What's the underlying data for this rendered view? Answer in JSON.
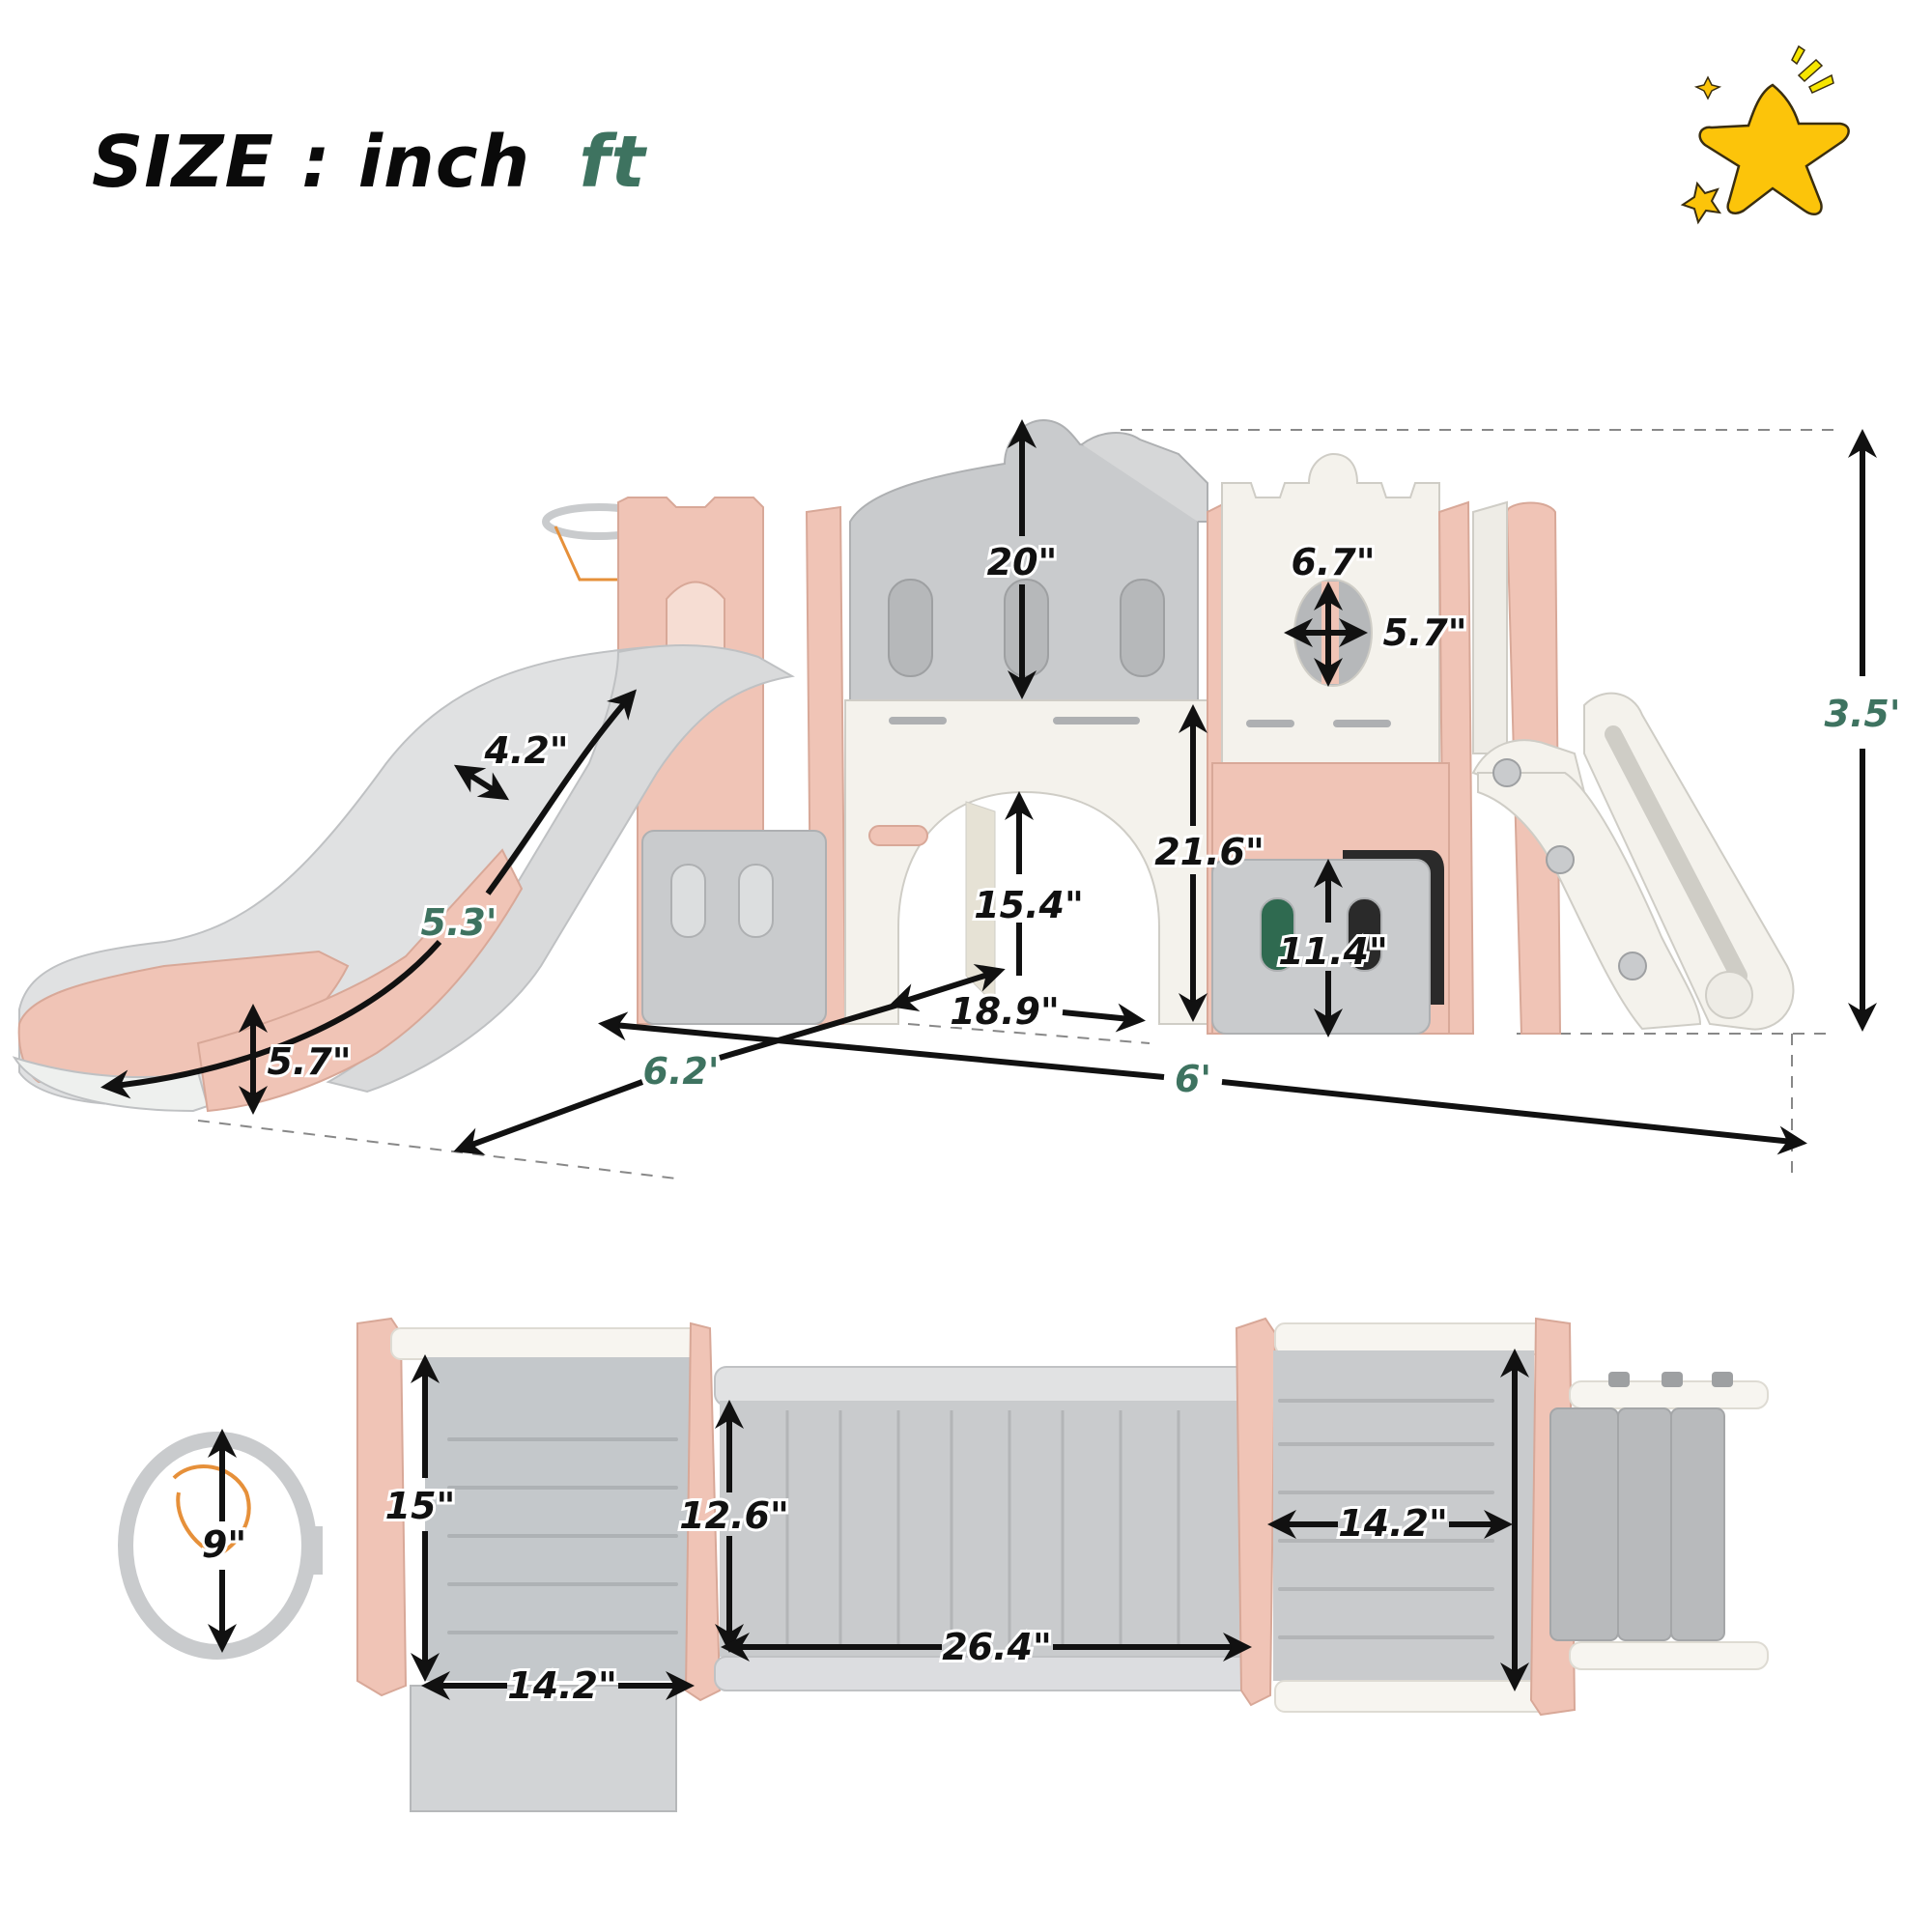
{
  "header": {
    "title": "SIZE",
    "separator": ":",
    "unit_inch": "inch",
    "unit_ft": "ft"
  },
  "decoration": {
    "icon": "star-icon"
  },
  "colors": {
    "pink": "#f0c4b6",
    "gray": "#c9cbcd",
    "white_panel": "#f4f2ec",
    "ft_green": "#3e7360",
    "arrow": "#111111",
    "star_yellow": "#fcc40a"
  },
  "side_view": {
    "dimensions": {
      "roof_height": "20\"",
      "window_width": "6.7\"",
      "window_height": "5.7\"",
      "slide_width": "4.2\"",
      "slide_length": "5.3'",
      "slide_end_height": "5.7\"",
      "arch_height": "15.4\"",
      "arch_width": "18.9\"",
      "platform_height": "21.6\"",
      "panel_height": "11.4\"",
      "total_height": "3.5'",
      "total_depth": "6.2'",
      "total_length": "6'"
    }
  },
  "top_view": {
    "dimensions": {
      "hoop_diameter": "9\"",
      "left_tower_depth": "15\"",
      "left_tower_width": "14.2\"",
      "bridge_depth": "12.6\"",
      "bridge_length": "26.4\"",
      "right_tower_width": "14.2\""
    }
  }
}
